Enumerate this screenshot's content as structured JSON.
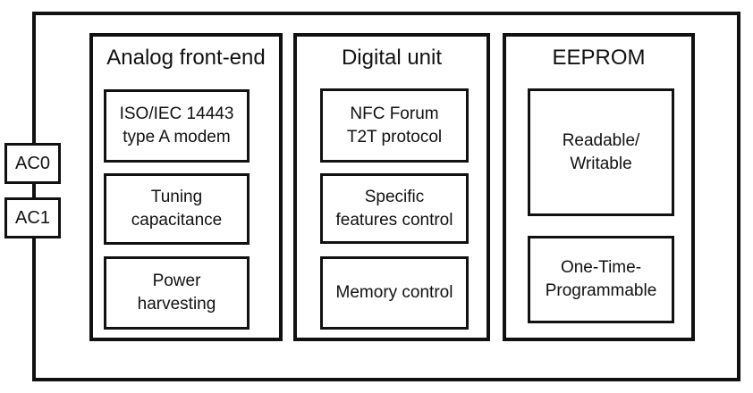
{
  "diagram": {
    "pins": [
      {
        "label": "AC0"
      },
      {
        "label": "AC1"
      }
    ],
    "sections": [
      {
        "title": "Analog front-end",
        "blocks": [
          {
            "text": "ISO/IEC 14443\ntype A modem"
          },
          {
            "text": "Tuning\ncapacitance"
          },
          {
            "text": "Power\nharvesting"
          }
        ]
      },
      {
        "title": "Digital unit",
        "blocks": [
          {
            "text": "NFC Forum\nT2T protocol"
          },
          {
            "text": "Specific\nfeatures control"
          },
          {
            "text": "Memory control"
          }
        ]
      },
      {
        "title": "EEPROM",
        "blocks": [
          {
            "text": "Readable/\nWritable"
          },
          {
            "text": "One-Time-\nProgrammable"
          }
        ]
      }
    ],
    "colors": {
      "line": "#111111",
      "background": "#ffffff"
    }
  }
}
